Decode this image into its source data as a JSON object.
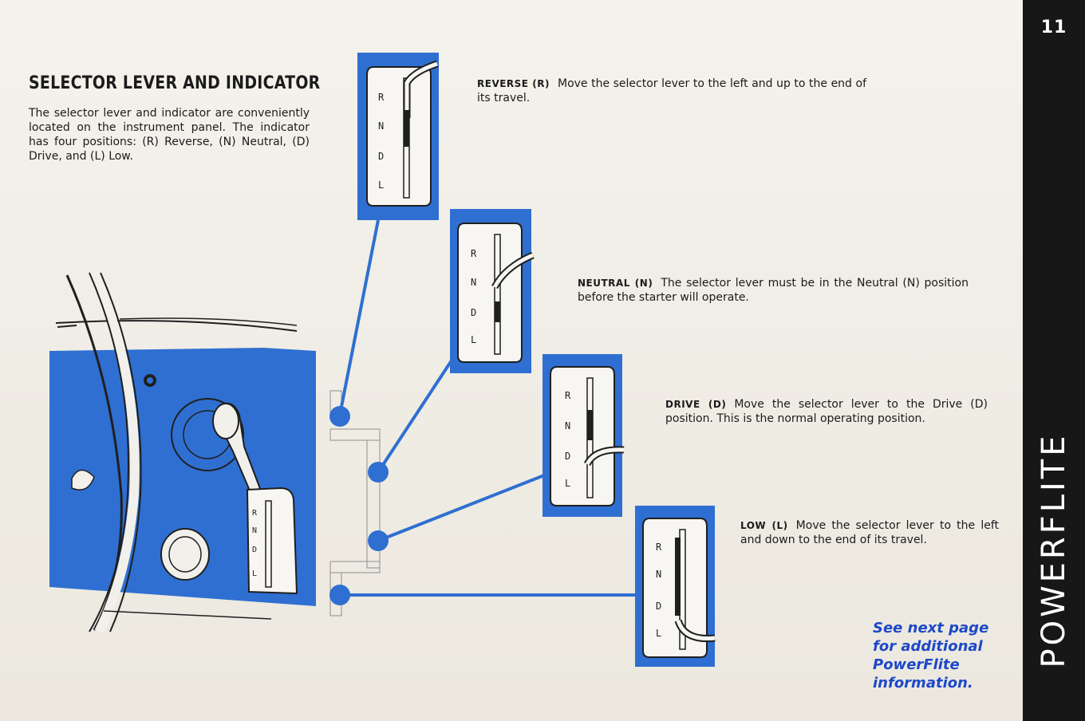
{
  "page_number": "11",
  "side_title": "POWERFLITE",
  "section": {
    "title": "SELECTOR LEVER AND INDICATOR",
    "intro": "The selector lever and indicator are conveniently located on the instrument panel. The indicator has four positions: (R) Reverse, (N) Neutral, (D) Drive, and (L) Low."
  },
  "gate_letters": [
    "R",
    "N",
    "D",
    "L"
  ],
  "positions": [
    {
      "label": "REVERSE (R)",
      "text": "Move the selector lever to the left and up to the end of its travel."
    },
    {
      "label": "NEUTRAL (N)",
      "text": "The selector lever must be in the Neutral (N) position before the starter will operate."
    },
    {
      "label": "DRIVE (D)",
      "text": "Move the selector lever to the Drive (D) position. This is the normal operating position."
    },
    {
      "label": "LOW (L)",
      "text": "Move the selector lever to the left and down to the end of its travel."
    }
  ],
  "note": "See next page for additional PowerFlite information.",
  "colors": {
    "accent_blue": "#2f6fd1",
    "note_blue": "#1d48c9",
    "strip": "#171717"
  }
}
